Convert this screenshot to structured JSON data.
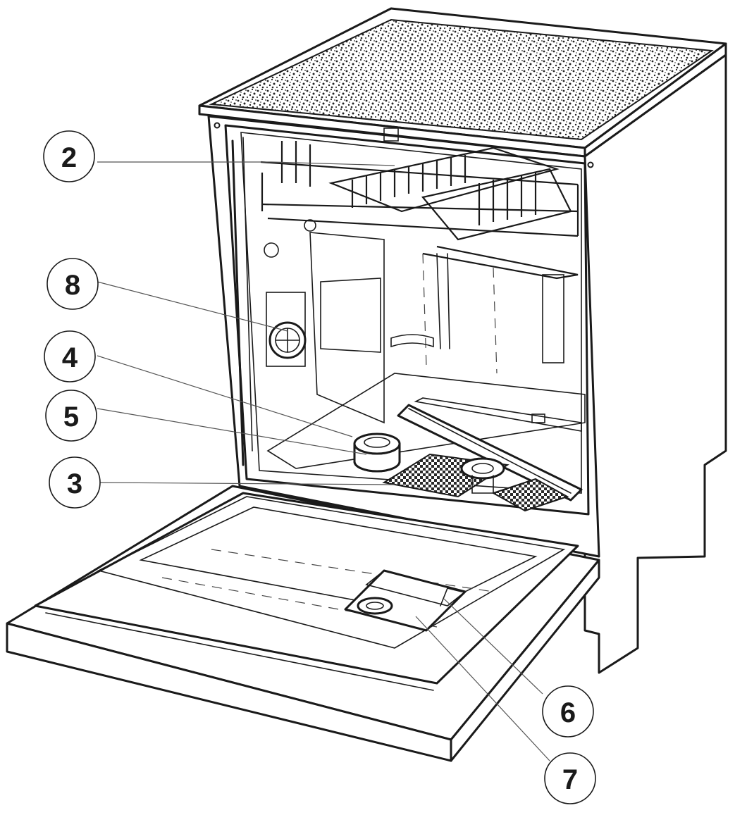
{
  "callouts": [
    {
      "id": "2",
      "label": "2"
    },
    {
      "id": "8",
      "label": "8"
    },
    {
      "id": "4",
      "label": "4"
    },
    {
      "id": "5",
      "label": "5"
    },
    {
      "id": "3",
      "label": "3"
    },
    {
      "id": "6",
      "label": "6"
    },
    {
      "id": "7",
      "label": "7"
    }
  ],
  "colors": {
    "line": "#1a1a1a",
    "background": "#ffffff"
  }
}
